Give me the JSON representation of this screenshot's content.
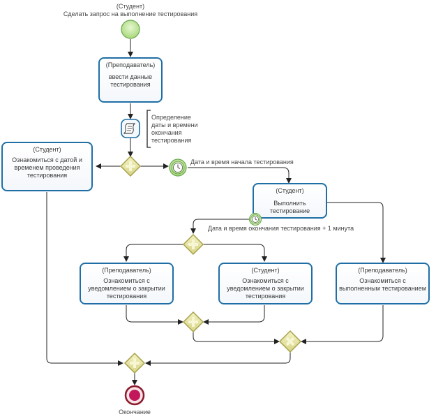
{
  "start_event": {
    "role": "(Студент)",
    "label": "Сделать запрос на выполнение тестирования"
  },
  "tasks": {
    "enter_data": {
      "role": "(Преподаватель)",
      "name": "ввести данные тестирования"
    },
    "acquaint_date": {
      "role": "(Студент)",
      "name": "Ознакомиться с датой и временем проведения тестирования"
    },
    "do_test": {
      "role": "(Студент)",
      "name": "Выполнить тестирование"
    },
    "notify_teacher": {
      "role": "(Преподаватель)",
      "name": "Ознакомиться с уведомлением о закрытии тестирования"
    },
    "notify_student": {
      "role": "(Студент)",
      "name": "Ознакомиться с уведомлением о закрытии тестирования"
    },
    "review_results": {
      "role": "(Преподаватель)",
      "name": "Ознакомиться с выполненным тестированием"
    }
  },
  "annotation": {
    "text": "Определение даты и времени окончания тестирования"
  },
  "timer_start": {
    "label": "Дата и время начала тестирования"
  },
  "timer_boundary": {
    "label": "Дата и время окончания тестирования + 1 минута"
  },
  "end_event": {
    "label": "Окончание"
  },
  "colors": {
    "task_border": "#1f6fa6",
    "start_fill": "#c9e9a6",
    "start_stroke": "#6aa84f",
    "gateway_fill": "#e8e6a0",
    "gateway_stroke": "#a7a24a",
    "end_fill": "#c2185b",
    "end_stroke": "#8b1a2b",
    "line": "#222222"
  },
  "icons": {
    "gateway_parallel": "plus-icon",
    "gateway_exclusive": "x-icon",
    "timer": "clock-icon",
    "script": "script-icon"
  }
}
